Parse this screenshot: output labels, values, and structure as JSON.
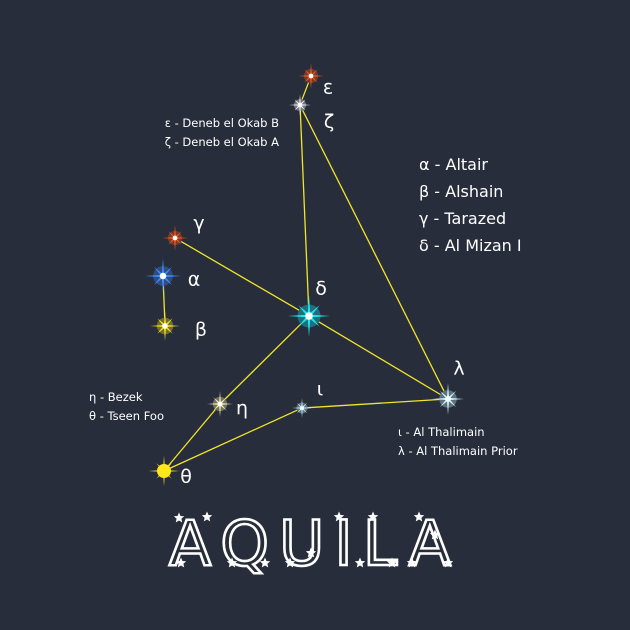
{
  "title": "AQUILA",
  "colors": {
    "background": "#272d3b",
    "line": "#f2e52a",
    "text": "#ffffff",
    "star_white": "#ffffff",
    "star_blue": "#3f8bff",
    "star_cyan": "#19e6f2",
    "star_orange": "#ff5a1a",
    "star_yellow": "#ffe81a",
    "star_paleyellow": "#fff3b0",
    "star_paleblue": "#c8f2ff"
  },
  "stars": [
    {
      "id": "epsilon",
      "symbol": "ε",
      "color": "star_orange",
      "icon": "star-burst-icon"
    },
    {
      "id": "zeta",
      "symbol": "ζ",
      "color": "star_white",
      "icon": "star-burst-icon"
    },
    {
      "id": "gamma",
      "symbol": "γ",
      "color": "star_orange",
      "icon": "star-burst-icon"
    },
    {
      "id": "alpha",
      "symbol": "α",
      "color": "star_blue",
      "icon": "star-burst-icon"
    },
    {
      "id": "beta",
      "symbol": "β",
      "color": "star_yellow",
      "icon": "star-burst-icon"
    },
    {
      "id": "delta",
      "symbol": "δ",
      "color": "star_cyan",
      "icon": "star-burst-icon"
    },
    {
      "id": "eta",
      "symbol": "η",
      "color": "star_paleyellow",
      "icon": "star-burst-icon"
    },
    {
      "id": "iota",
      "symbol": "ι",
      "color": "star_paleblue",
      "icon": "star-burst-icon"
    },
    {
      "id": "lambda",
      "symbol": "λ",
      "color": "star_paleblue",
      "icon": "star-burst-icon"
    },
    {
      "id": "theta",
      "symbol": "θ",
      "color": "star_yellow",
      "icon": "star-dot-icon"
    }
  ],
  "edges": [
    [
      "epsilon",
      "zeta"
    ],
    [
      "zeta",
      "delta"
    ],
    [
      "zeta",
      "lambda"
    ],
    [
      "gamma",
      "delta"
    ],
    [
      "alpha",
      "beta"
    ],
    [
      "delta",
      "lambda"
    ],
    [
      "delta",
      "eta"
    ],
    [
      "iota",
      "lambda"
    ],
    [
      "eta",
      "theta"
    ],
    [
      "theta",
      "iota"
    ]
  ],
  "legends": {
    "main": [
      "α - Altair",
      "β - Alshain",
      "γ - Tarazed",
      "δ - Al Mizan I"
    ],
    "epsilon_zeta": [
      "ε - Deneb el Okab B",
      "ζ - Deneb el Okab A"
    ],
    "eta_theta": [
      "η - Bezek",
      "θ - Tseen Foo"
    ],
    "iota_lambda": [
      "ι - Al Thalimain",
      "λ - Al Thalimain Prior"
    ]
  }
}
